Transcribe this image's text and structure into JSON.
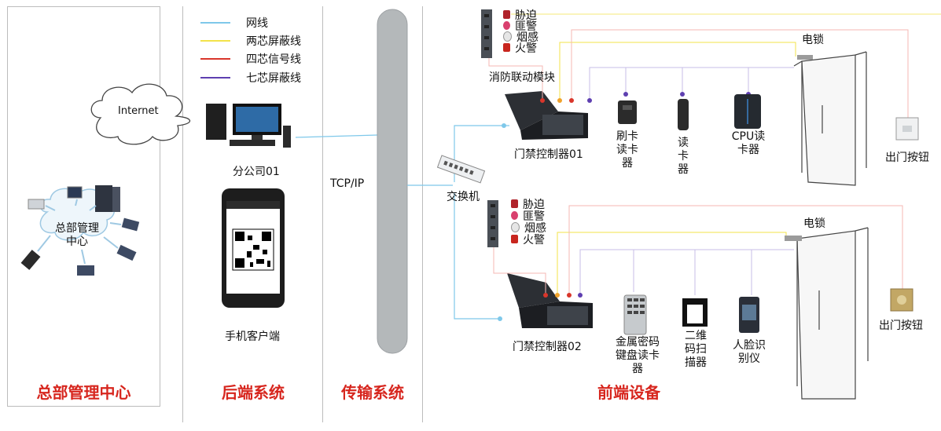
{
  "sections": {
    "hq": "总部管理中心",
    "backend": "后端系统",
    "transmission": "传输系统",
    "frontend": "前端设备"
  },
  "legend": [
    {
      "label": "网线",
      "color": "#7ec8ea"
    },
    {
      "label": "两芯屏蔽线",
      "color": "#f3e34a"
    },
    {
      "label": "四芯信号线",
      "color": "#d9362b"
    },
    {
      "label": "七芯屏蔽线",
      "color": "#5e3fb0"
    }
  ],
  "cloud_label": "Internet",
  "hq_center": "总部管理\n中心",
  "branch_pc": "分公司01",
  "mobile_client": "手机客户端",
  "tcpip": "TCP/IP",
  "switch": "交换机",
  "fire_module": "消防联动模块",
  "alarms_top": [
    "胁迫",
    "匪警",
    "烟感",
    "火警"
  ],
  "alarms_bottom": [
    "胁迫",
    "匪警",
    "烟感",
    "火警"
  ],
  "controller_01": "门禁控制器01",
  "controller_02": "门禁控制器02",
  "devices_top": {
    "swipe_reader": "刷卡\n读卡\n器",
    "reader": "读\n卡\n器",
    "cpu_reader": "CPU读\n卡器"
  },
  "devices_bottom": {
    "keypad_reader": "金属密码\n键盘读卡\n器",
    "qr_scanner": "二维\n码扫\n描器",
    "face_reader": "人脸识\n别仪"
  },
  "lock_top": "电锁",
  "lock_bottom": "电锁",
  "exit_button_top": "出门按钮",
  "exit_button_bottom": "出门按钮"
}
